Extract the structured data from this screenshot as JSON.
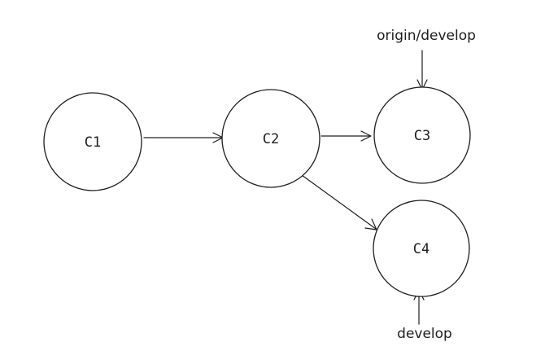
{
  "diagram": {
    "nodes": [
      {
        "id": "c1",
        "label": "C1"
      },
      {
        "id": "c2",
        "label": "C2"
      },
      {
        "id": "c3",
        "label": "C3"
      },
      {
        "id": "c4",
        "label": "C4"
      }
    ],
    "edges": [
      {
        "from": "c1",
        "to": "c2"
      },
      {
        "from": "c2",
        "to": "c3"
      },
      {
        "from": "c2",
        "to": "c4"
      }
    ],
    "refs": [
      {
        "id": "origin-develop",
        "label": "origin/develop",
        "points_to": "c3"
      },
      {
        "id": "develop",
        "label": "develop",
        "points_to": "c4"
      }
    ],
    "colors": {
      "stroke": "#1e1e1e",
      "background": "#ffffff"
    }
  }
}
